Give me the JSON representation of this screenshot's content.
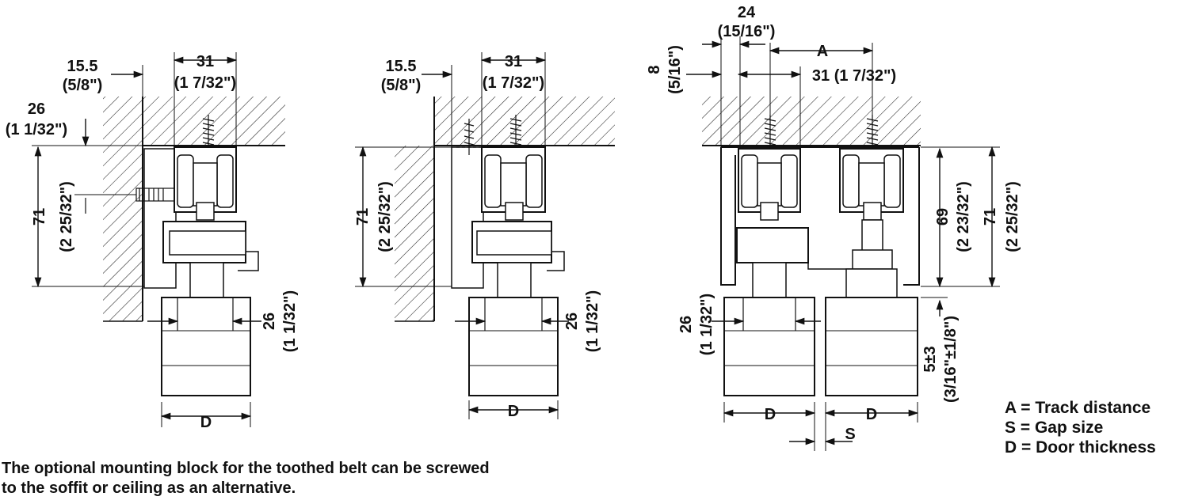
{
  "views": [
    {
      "width_top": "31",
      "width_top_in": "(1 7/32\")",
      "side_offset": "15.5",
      "side_offset_in": "(5/8\")",
      "mount_offset": "26",
      "mount_offset_in": "(1 1/32\")",
      "height": "71",
      "height_in": "(2 25/32\")",
      "door_offset": "26",
      "door_offset_in": "(1 1/32\")",
      "door": "D"
    },
    {
      "width_top": "31",
      "width_top_in": "(1 7/32\")",
      "side_offset": "15.5",
      "side_offset_in": "(5/8\")",
      "height": "71",
      "height_in": "(2 25/32\")",
      "door_offset": "26",
      "door_offset_in": "(1 1/32\")",
      "door": "D"
    },
    {
      "top_width": "24",
      "top_width_in": "(15/16\")",
      "edge_offset": "8",
      "edge_offset_in": "(5/16\")",
      "track_label": "A",
      "width_top": "31 (1 7/32\")",
      "inner_height": "69",
      "inner_height_in": "(2 23/32\")",
      "outer_height": "71",
      "outer_height_in": "(2 25/32\")",
      "door_offset": "26",
      "door_offset_in": "(1 1/32\")",
      "gap_tolerance": "5±3",
      "gap_tolerance_in": "(3/16\"±1/8\")",
      "door_1": "D",
      "door_2": "D",
      "gap": "S"
    }
  ],
  "legend": {
    "a": "A = Track distance",
    "s": "S = Gap size",
    "d": "D = Door thickness"
  },
  "caption": {
    "line1": "The optional mounting block for the toothed belt can be screwed",
    "line2": "to the soffit or ceiling as an alternative."
  }
}
